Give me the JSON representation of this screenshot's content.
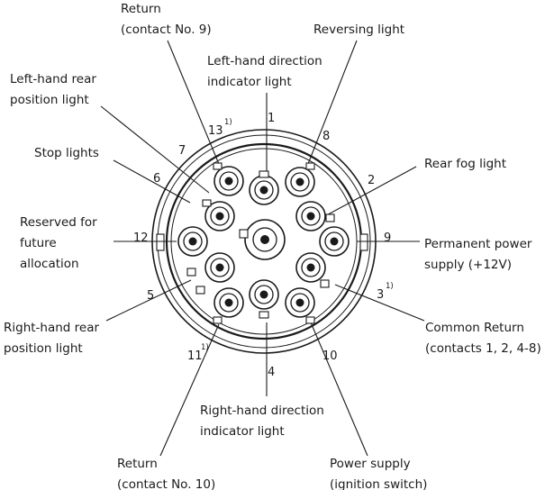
{
  "diagram": {
    "labels": {
      "return_9_l1": "Return",
      "return_9_l2": "(contact No. 9)",
      "reversing": "Reversing light",
      "left_indicator_l1": "Left-hand direction",
      "left_indicator_l2": "indicator light",
      "left_rear_pos_l1": "Left-hand rear",
      "left_rear_pos_l2": "position light",
      "stop": "Stop lights",
      "rear_fog": "Rear fog light",
      "reserved_l1": "Reserved for",
      "reserved_l2": "future",
      "reserved_l3": "allocation",
      "permanent_l1": "Permanent power",
      "permanent_l2": "supply (+12V)",
      "right_rear_pos_l1": "Right-hand rear",
      "right_rear_pos_l2": "position light",
      "common_return_l1": "Common Return",
      "common_return_l2": "(contacts 1, 2, 4-8)",
      "right_indicator_l1": "Right-hand direction",
      "right_indicator_l2": "indicator light",
      "return_10_l1": "Return",
      "return_10_l2": "(contact No. 10)",
      "power_ign_l1": "Power supply",
      "power_ign_l2": "(ignition switch)"
    },
    "pins": {
      "p1": "1",
      "p2": "2",
      "p3": "3",
      "p4": "4",
      "p5": "5",
      "p6": "6",
      "p7": "7",
      "p8": "8",
      "p9": "9",
      "p10": "10",
      "p11": "11",
      "p12": "12",
      "p13": "13"
    },
    "footnote_mark": "1)"
  }
}
